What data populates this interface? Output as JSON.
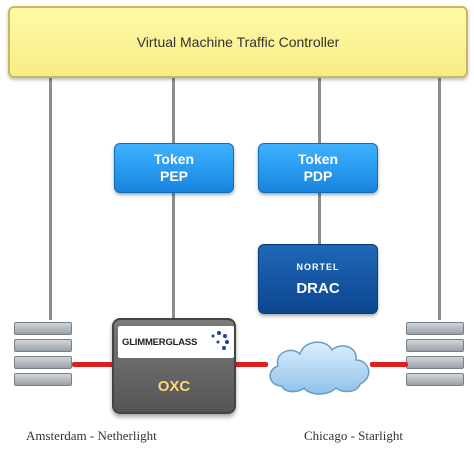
{
  "controller": {
    "label": "Virtual Machine Traffic Controller"
  },
  "token_pep": {
    "line1": "Token",
    "line2": "PEP"
  },
  "token_pdp": {
    "line1": "Token",
    "line2": "PDP"
  },
  "drac": {
    "brand": "NORTEL",
    "label": "DRAC"
  },
  "oxc": {
    "brand": "GLIMMERGLASS",
    "label": "OXC"
  },
  "captions": {
    "left": "Amsterdam - Netherlight",
    "right": "Chicago - Starlight"
  },
  "colors": {
    "controller": "#f7ec86",
    "token": "#1e90ff",
    "drac": "#0d4690",
    "oxc": "#5e5e5e",
    "link": "#e01e1e",
    "cloud": "#a9d3f2"
  }
}
